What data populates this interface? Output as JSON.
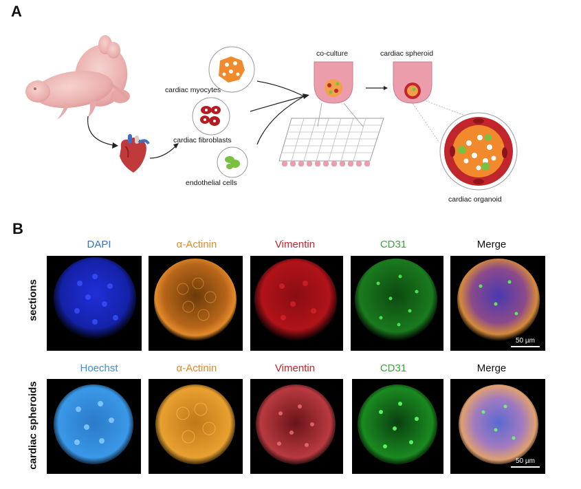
{
  "panel_a": {
    "letter": "A",
    "cell_types": [
      "cardiac myocytes",
      "cardiac fibroblasts",
      "endothelial cells"
    ],
    "step_coculture": "co-culture",
    "step_spheroid": "cardiac spheroid",
    "result": "cardiac organoid"
  },
  "panel_b": {
    "letter": "B",
    "rows": [
      {
        "label": "sections",
        "channels": [
          {
            "name": "DAPI",
            "color": "#2f74c9"
          },
          {
            "name": "α-Actinin",
            "color": "#e08a2a"
          },
          {
            "name": "Vimentin",
            "color": "#c8202a"
          },
          {
            "name": "CD31",
            "color": "#3aa33a"
          },
          {
            "name": "Merge",
            "color": "#111111"
          }
        ],
        "scale_bar": "50 µm"
      },
      {
        "label": "cardiac spheroids",
        "channels": [
          {
            "name": "Hoechst",
            "color": "#3f8fd0"
          },
          {
            "name": "α-Actinin",
            "color": "#e08a2a"
          },
          {
            "name": "Vimentin",
            "color": "#c8202a"
          },
          {
            "name": "CD31",
            "color": "#3aa33a"
          },
          {
            "name": "Merge",
            "color": "#111111"
          }
        ],
        "scale_bar": "50 µm"
      }
    ]
  }
}
